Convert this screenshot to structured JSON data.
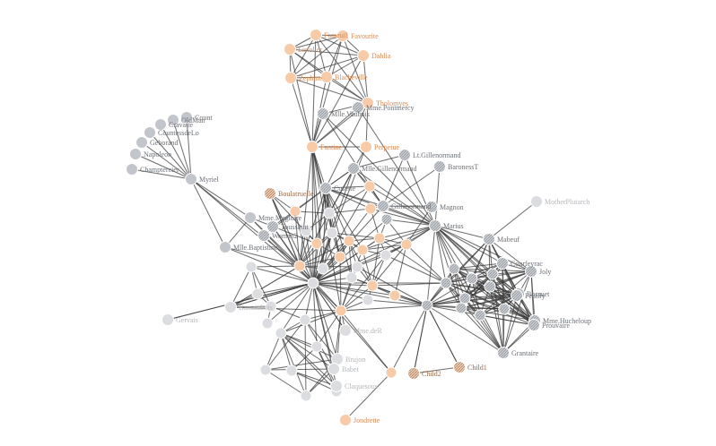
{
  "colors": {
    "gray": "#c2c6cc",
    "dark": "#a4a8ae",
    "faint": "#dcdde0",
    "peach": "#f7cba8",
    "hatch": "#b59a84",
    "link": "#3a3a3a"
  },
  "nodes": [
    {
      "id": "Count",
      "label": "Count",
      "group": "gray"
    },
    {
      "id": "OldMan",
      "label": "OldMan",
      "group": "gray"
    },
    {
      "id": "Cravatte",
      "label": "Cravatte",
      "group": "gray"
    },
    {
      "id": "CountessdeLo",
      "label": "CountessdeLo",
      "group": "gray"
    },
    {
      "id": "Geborand",
      "label": "Geborand",
      "group": "gray"
    },
    {
      "id": "Napoleon",
      "label": "Napoleon",
      "group": "gray"
    },
    {
      "id": "Champtercier",
      "label": "Champtercier",
      "group": "gray"
    },
    {
      "id": "Myriel",
      "label": "Myriel",
      "group": "gray"
    },
    {
      "id": "Fameuil",
      "label": "Fameuil",
      "group": "peach"
    },
    {
      "id": "Dahlia",
      "label": "Dahlia",
      "group": "peach"
    },
    {
      "id": "Blacheville",
      "label": "Blacheville",
      "group": "peach"
    },
    {
      "id": "Favourite",
      "label": "Favourite",
      "group": "peach"
    },
    {
      "id": "Listolier",
      "label": "Listolier",
      "group": "peach"
    },
    {
      "id": "Zephine",
      "label": "Zephine",
      "group": "peach"
    },
    {
      "id": "Tholomyes",
      "label": "Tholomyes",
      "group": "peach"
    },
    {
      "id": "MlleVaubois",
      "label": "Mlle.Vaubois",
      "group": "dark"
    },
    {
      "id": "MmePontmercy",
      "label": "Mme.Pontmercy",
      "group": "dark"
    },
    {
      "id": "Fantine",
      "label": "Fantine",
      "group": "peach"
    },
    {
      "id": "Perpetue",
      "label": "Perpetue",
      "group": "peach"
    },
    {
      "id": "LtGillenormand",
      "label": "Lt.Gillenormand",
      "group": "dark"
    },
    {
      "id": "BaronessT",
      "label": "BaronessT",
      "group": "dark"
    },
    {
      "id": "MlleGillenormand",
      "label": "Mlle.Gillenormand",
      "group": "dark"
    },
    {
      "id": "Cosette",
      "label": "Cosette",
      "group": "dark"
    },
    {
      "id": "Boulatruelle",
      "label": "Boulatruelle",
      "group": "hatch"
    },
    {
      "id": "Gillenormand",
      "label": "Gillenormand",
      "group": "dark"
    },
    {
      "id": "Magnon",
      "label": "Magnon",
      "group": "dark"
    },
    {
      "id": "MotherPlutarch",
      "label": "MotherPlutarch",
      "group": "faint"
    },
    {
      "id": "MmeMagloire",
      "label": "Mme.Magloire",
      "group": "gray"
    },
    {
      "id": "Toussaint",
      "label": "Toussaint",
      "group": "dark"
    },
    {
      "id": "Woman2",
      "label": "Woman2",
      "group": "dark"
    },
    {
      "id": "Marius",
      "label": "Marius",
      "group": "dark"
    },
    {
      "id": "Mabeuf",
      "label": "Mabeuf",
      "group": "dark"
    },
    {
      "id": "Courfeyrac",
      "label": "Courfeyrac",
      "group": "dark"
    },
    {
      "id": "Joly",
      "label": "Joly",
      "group": "dark"
    },
    {
      "id": "MlleBaptistine",
      "label": "Mlle.Baptistine",
      "group": "gray"
    },
    {
      "id": "Bossuet",
      "label": "Bossuet",
      "group": "dark"
    },
    {
      "id": "Feuilly",
      "label": "Feuilly",
      "group": "dark"
    },
    {
      "id": "Gervais",
      "label": "Gervais",
      "group": "faint"
    },
    {
      "id": "Bamatabois",
      "label": "Bamatabois",
      "group": "faint"
    },
    {
      "id": "MmeHucheloup",
      "label": "Mme.Hucheloup",
      "group": "dark"
    },
    {
      "id": "Prouvaire",
      "label": "Prouvaire",
      "group": "dark"
    },
    {
      "id": "MmeDeR",
      "label": "Mme.deR",
      "group": "faint"
    },
    {
      "id": "Grantaire",
      "label": "Grantaire",
      "group": "dark"
    },
    {
      "id": "Brujon",
      "label": "Brujon",
      "group": "faint"
    },
    {
      "id": "Child2",
      "label": "Child2",
      "group": "hatch"
    },
    {
      "id": "Child1",
      "label": "Child1",
      "group": "hatch"
    },
    {
      "id": "Babet",
      "label": "Babet",
      "group": "faint"
    },
    {
      "id": "Claquesous",
      "label": "Claquesous",
      "group": "faint"
    },
    {
      "id": "Jondrette",
      "label": "Jondrette",
      "group": "peach"
    }
  ]
}
